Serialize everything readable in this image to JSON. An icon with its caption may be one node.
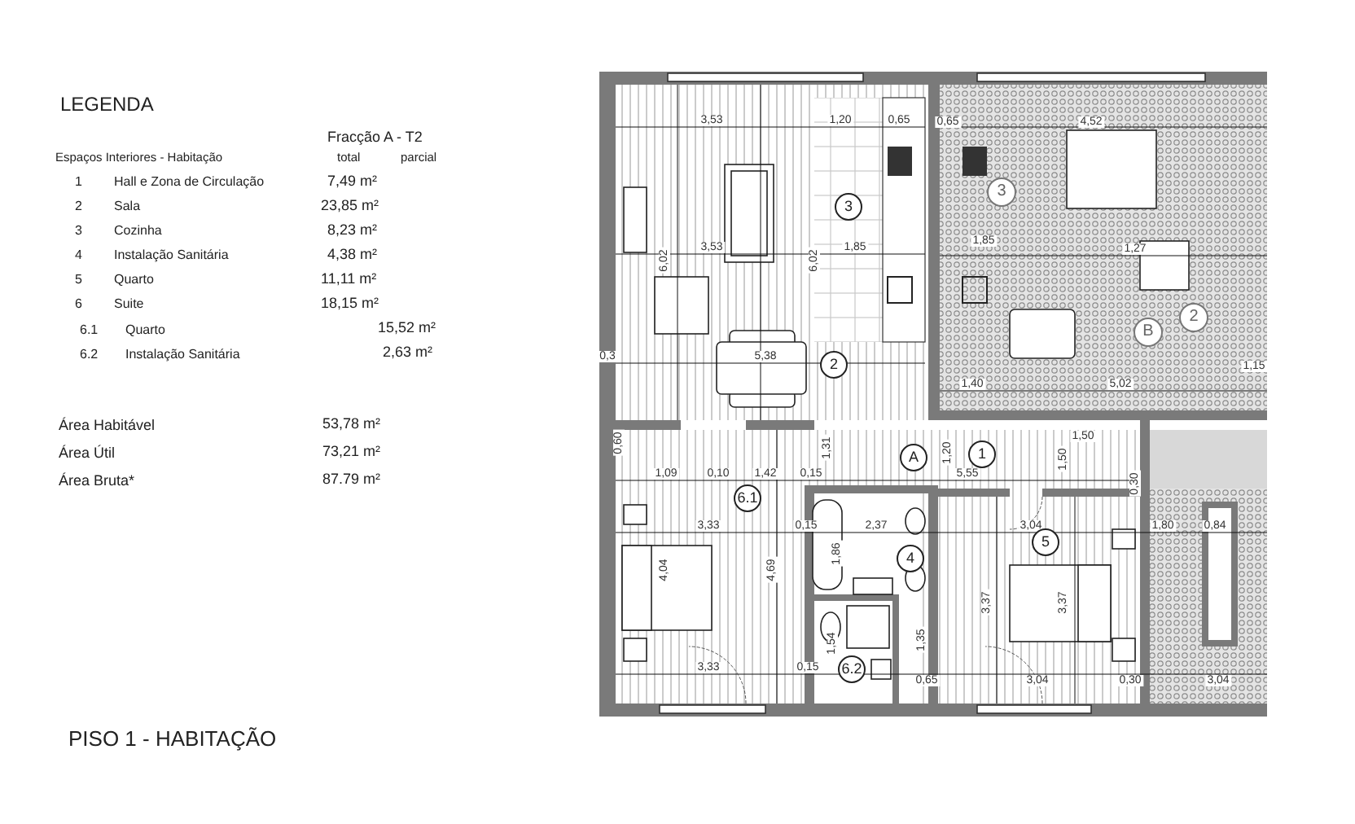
{
  "diagram": {
    "title": "PISO 1 - HABITAÇÃO",
    "nodes": [
      {
        "text": [
          "3"
        ]
      },
      {
        "text": [
          "2"
        ]
      },
      {
        "text": [
          "A"
        ]
      },
      {
        "text": [
          "1"
        ]
      },
      {
        "text": [
          "6.1"
        ]
      },
      {
        "text": [
          "4"
        ]
      },
      {
        "text": [
          "6.2"
        ]
      },
      {
        "text": [
          "5"
        ]
      },
      {
        "text": [
          "3"
        ]
      },
      {
        "text": [
          "B"
        ]
      },
      {
        "text": [
          "2"
        ]
      }
    ],
    "edges": [],
    "labels": [
      "LEGENDA",
      "Fracção A - T2",
      "Espaços Interiores - Habitação",
      "total",
      "parcial",
      "1",
      "Hall e Zona de Circulação",
      "7,49 m²",
      "2",
      "Sala",
      "23,85 m²",
      "3",
      "Cozinha",
      "8,23 m²",
      "4",
      "Instalação Sanitária",
      "4,38 m²",
      "5",
      "Quarto",
      "11,11 m²",
      "6",
      "Suite",
      "18,15 m²",
      "6.1",
      "Quarto",
      "15,52 m²",
      "6.2",
      "Instalação Sanitária",
      "2,63 m²",
      "Área Habitável",
      "53,78 m²",
      "Área Útil",
      "73,21 m²",
      "Área Bruta*",
      "87.79 m²",
      "3,53",
      "1,20",
      "0,65",
      "0,65",
      "4,52",
      "3,53",
      "1,85",
      "6,02",
      "6,02",
      "1,85",
      "1,27",
      "0,3",
      "5,38",
      "1,40",
      "5,02",
      "1,15",
      "0,60",
      "1,09",
      "0,10",
      "1,42",
      "0,15",
      "1,31",
      "1,20",
      "5,55",
      "1,50",
      "1,50",
      "0,30",
      "3,33",
      "0,15",
      "2,37",
      "3,04",
      "1,80",
      "0,84",
      "1,86",
      "4,04",
      "4,69",
      "3,37",
      "3,37",
      "1,54",
      "1,35",
      "3,33",
      "0,15",
      "0,65",
      "3,04",
      "0,30",
      "3,04"
    ]
  }
}
